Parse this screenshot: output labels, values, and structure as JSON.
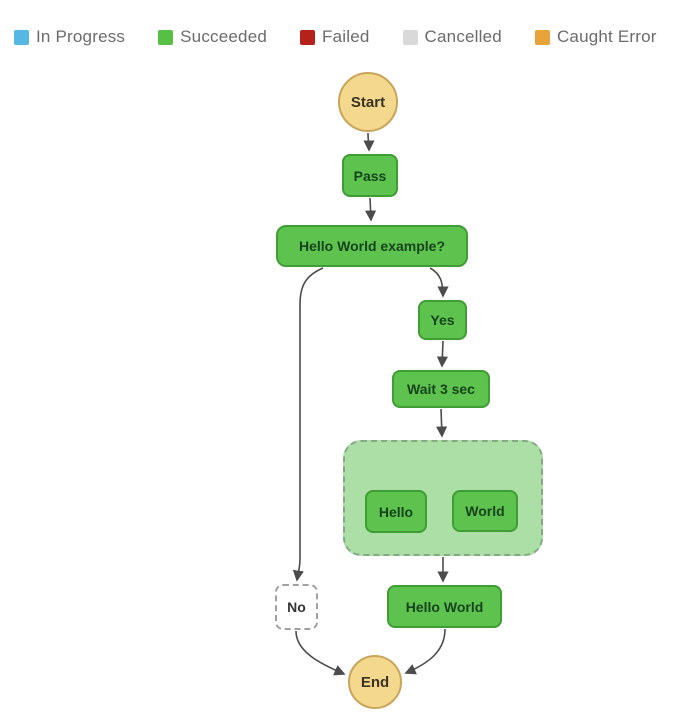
{
  "legend": {
    "items": [
      {
        "label": "In Progress",
        "color": "#55b8e3"
      },
      {
        "label": "Succeeded",
        "color": "#57c044"
      },
      {
        "label": "Failed",
        "color": "#b7211b"
      },
      {
        "label": "Cancelled",
        "color": "#d9d9d9"
      },
      {
        "label": "Caught Error",
        "color": "#e8a33b"
      }
    ]
  },
  "diagram": {
    "nodes": {
      "start": {
        "label": "Start",
        "type": "start-marker",
        "status": "start"
      },
      "pass": {
        "label": "Pass",
        "type": "pass-state",
        "status": "succeeded"
      },
      "choice": {
        "label": "Hello World example?",
        "type": "choice-state",
        "status": "succeeded"
      },
      "yes": {
        "label": "Yes",
        "type": "choice-branch",
        "status": "succeeded"
      },
      "wait": {
        "label": "Wait 3 sec",
        "type": "wait-state",
        "status": "succeeded"
      },
      "parallel": {
        "label": "",
        "type": "parallel-container",
        "status": "succeeded"
      },
      "hello": {
        "label": "Hello",
        "type": "task-state",
        "status": "succeeded"
      },
      "world": {
        "label": "World",
        "type": "task-state",
        "status": "succeeded"
      },
      "no": {
        "label": "No",
        "type": "choice-branch",
        "status": "not-executed"
      },
      "hello_world": {
        "label": "Hello World",
        "type": "task-state",
        "status": "succeeded"
      },
      "end": {
        "label": "End",
        "type": "end-marker",
        "status": "end"
      }
    },
    "colors": {
      "succeeded_fill": "#5dc24e",
      "succeeded_border": "#3f9e33",
      "parallel_fill": "#abdfa5",
      "parallel_border": "#85aa83",
      "start_end_fill": "#f4d88e",
      "start_end_border": "#c9a55c",
      "not_executed_border": "#a0a0a0",
      "edge": "#4c4c4c"
    }
  }
}
